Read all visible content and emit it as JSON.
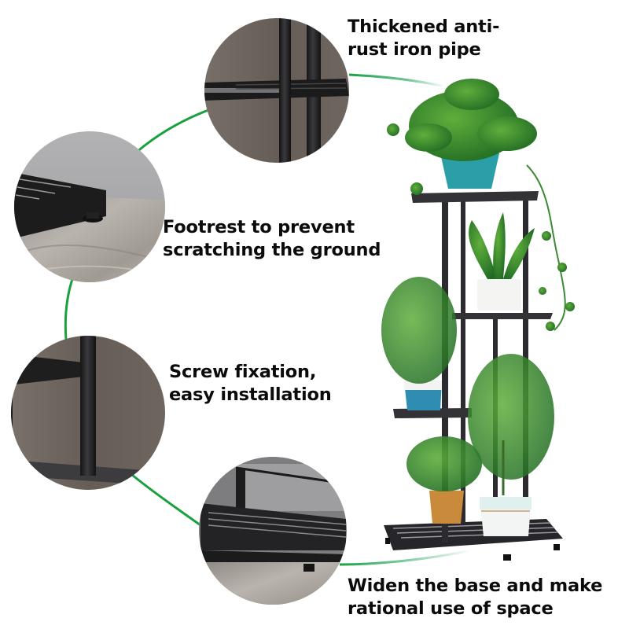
{
  "product": {
    "name": "4-tier metal plant stand",
    "colors": {
      "background": "#ffffff",
      "accent_line": "#1aa040",
      "metal": "#1f1f21",
      "wall_brown": "#6b625c",
      "floor_marble": "#b7b2ab",
      "text": "#0b0b0b"
    }
  },
  "features": [
    {
      "id": "pipe",
      "lines": [
        "Thickened anti-",
        "rust iron pipe"
      ],
      "icon": "pipe-closeup-image"
    },
    {
      "id": "footrest",
      "lines": [
        "Footrest to prevent",
        "scratching the ground"
      ],
      "icon": "footrest-closeup-image"
    },
    {
      "id": "screw",
      "lines": [
        "Screw fixation,",
        "easy installation"
      ],
      "icon": "screw-joint-closeup-image"
    },
    {
      "id": "base",
      "lines": [
        "Widen the base and make",
        "rational use of space"
      ],
      "icon": "wide-base-closeup-image"
    }
  ],
  "stand": {
    "tiers": 4,
    "pots": [
      {
        "position": "top",
        "plant": "pothos",
        "pot_color": "#2a9fa8"
      },
      {
        "position": "upper-right",
        "plant": "peace lily",
        "pot_color": "#f4f4f2"
      },
      {
        "position": "left-middle",
        "plant": "asparagus fern",
        "pot_color": "#2e8db0"
      },
      {
        "position": "bottom-left",
        "plant": "small palm",
        "pot_color": "#c98a3c"
      },
      {
        "position": "bottom-right",
        "plant": "areca palm",
        "pot_color": "#dff0ee"
      }
    ]
  }
}
